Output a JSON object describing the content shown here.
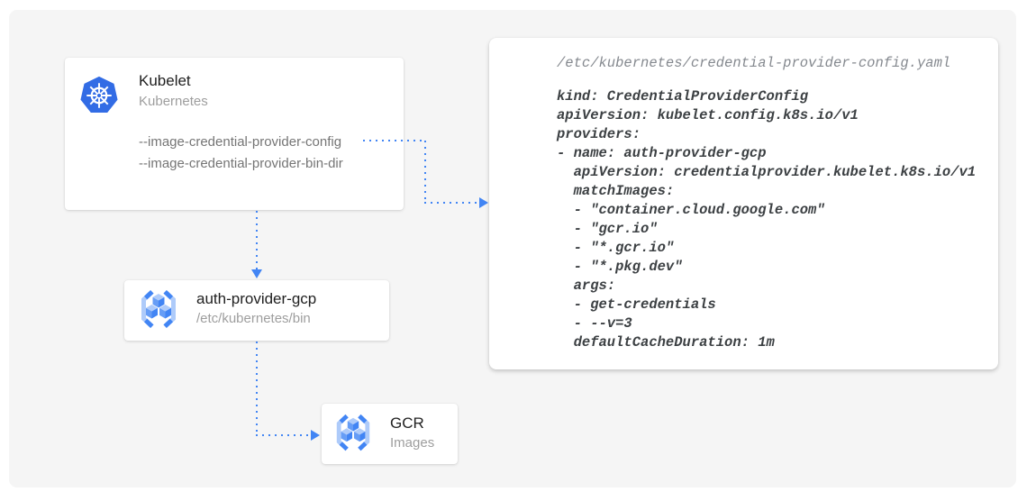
{
  "colors": {
    "accent_blue": "#4285f4",
    "kubernetes_blue": "#326ce5",
    "gcr_icon_light": "#aecbfa",
    "gcr_icon_mid": "#669df6",
    "backdrop_gray": "#f5f5f5",
    "title_text": "#212121",
    "subtitle_text": "#9e9e9e",
    "flag_text": "#757575",
    "code_text": "#3c4043",
    "code_filename_text": "#85898f"
  },
  "nodes": {
    "kubelet": {
      "title": "Kubelet",
      "subtitle": "Kubernetes",
      "icon": "kubernetes-helm-icon",
      "flags": [
        "--image-credential-provider-config",
        "--image-credential-provider-bin-dir"
      ]
    },
    "auth_provider": {
      "title": "auth-provider-gcp",
      "subtitle": "/etc/kubernetes/bin",
      "icon": "container-registry-icon"
    },
    "gcr": {
      "title": "GCR",
      "subtitle": "Images",
      "icon": "container-registry-icon"
    }
  },
  "config_panel": {
    "filename": "/etc/kubernetes/credential-provider-config.yaml",
    "yaml": "kind: CredentialProviderConfig\napiVersion: kubelet.config.k8s.io/v1\nproviders:\n- name: auth-provider-gcp\n  apiVersion: credentialprovider.kubelet.k8s.io/v1\n  matchImages:\n  - \"container.cloud.google.com\"\n  - \"gcr.io\"\n  - \"*.gcr.io\"\n  - \"*.pkg.dev\"\n  args:\n  - get-credentials\n  - --v=3\n  defaultCacheDuration: 1m"
  },
  "connectors": [
    {
      "name": "config-flag-to-yaml-panel",
      "style": "dotted",
      "arrow": "right"
    },
    {
      "name": "kubelet-to-auth-provider",
      "style": "dotted",
      "arrow": "down"
    },
    {
      "name": "auth-provider-to-gcr",
      "style": "dotted",
      "arrow": "right"
    }
  ]
}
